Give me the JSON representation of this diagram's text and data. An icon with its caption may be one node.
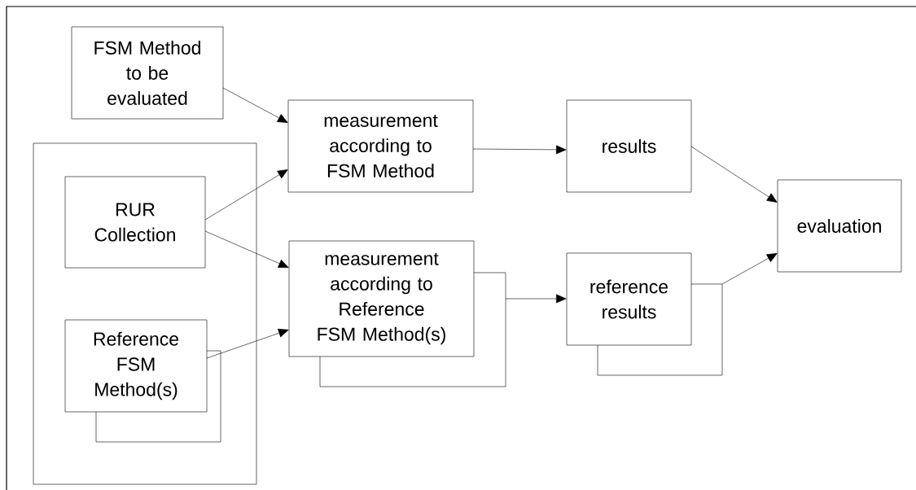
{
  "diagram": {
    "nodes": [
      {
        "text": [
          "FSM Method to be evaluated"
        ]
      },
      {
        "text": [],
        "shape": "box"
      },
      {
        "text": [
          "RUR Collection"
        ],
        "in": 1
      },
      {
        "text": [
          "Reference FSM Method(s)"
        ],
        "in": 1
      },
      {
        "text": [
          "measurement according to FSM Method"
        ]
      },
      {
        "text": [
          "measurement according to Reference FSM Method(s)"
        ]
      },
      {
        "text": [
          "results"
        ]
      },
      {
        "text": [
          "reference results"
        ]
      },
      {
        "text": [
          "evaluation"
        ]
      }
    ],
    "edges": [
      {
        "from": 0,
        "to": 4,
        "arrow": "to"
      },
      {
        "from": 2,
        "to": 4,
        "arrow": "to"
      },
      {
        "from": 2,
        "to": 5,
        "arrow": "to"
      },
      {
        "from": 3,
        "to": 5,
        "arrow": "to"
      },
      {
        "from": 4,
        "to": 6,
        "arrow": "to"
      },
      {
        "from": 5,
        "to": 7,
        "arrow": "to"
      },
      {
        "from": 6,
        "to": 8,
        "arrow": "to"
      },
      {
        "from": 7,
        "to": 8,
        "arrow": "to"
      }
    ]
  }
}
